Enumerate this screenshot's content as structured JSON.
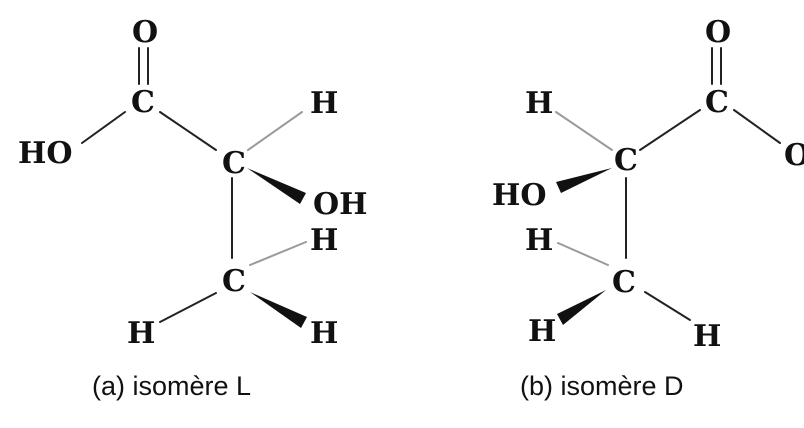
{
  "isomer_l": {
    "caption": "(a) isomère L",
    "atoms": {
      "carbonyl_o": "O",
      "carboxyl_c": "C",
      "hydroxyl_left": "HO",
      "alpha_h": "H",
      "alpha_c": "C",
      "alpha_oh": "OH",
      "methyl_h_top": "H",
      "methyl_c": "C",
      "methyl_h_left": "H",
      "methyl_h_right": "H"
    }
  },
  "isomer_d": {
    "caption": "(b) isomère D",
    "atoms": {
      "carbonyl_o": "O",
      "carboxyl_c": "C",
      "hydroxyl_right": "O",
      "alpha_h": "H",
      "alpha_c": "C",
      "alpha_ho": "HO",
      "methyl_h_top": "H",
      "methyl_c": "C",
      "methyl_h_left": "H",
      "methyl_h_right": "H"
    }
  }
}
